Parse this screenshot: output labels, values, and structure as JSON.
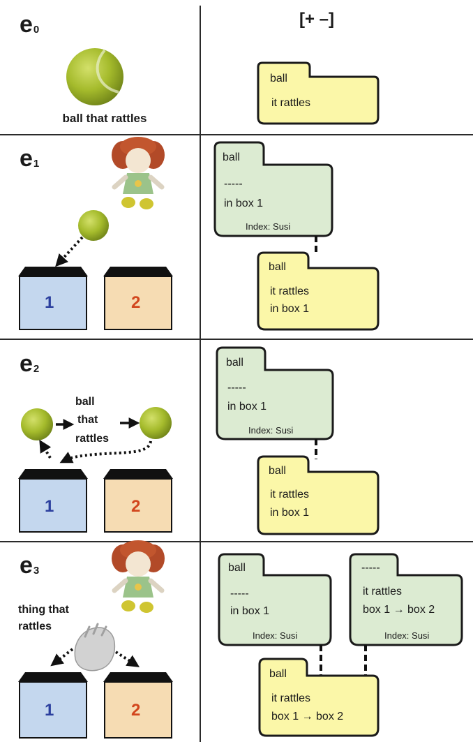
{
  "header": {
    "notation": "[+ –]"
  },
  "events": [
    {
      "label": "e",
      "sub": "0"
    },
    {
      "label": "e",
      "sub": "1"
    },
    {
      "label": "e",
      "sub": "2"
    },
    {
      "label": "e",
      "sub": "3"
    }
  ],
  "scene": {
    "e0_caption": "ball that rattles",
    "e2_caption": [
      "ball",
      "that",
      "rattles"
    ],
    "e3_caption": [
      "thing that",
      "rattles"
    ],
    "box1_number": "1",
    "box2_number": "2"
  },
  "files": {
    "tab_label": "ball",
    "dashes": "-----",
    "in_box": "in box 1",
    "rattles": "it rattles",
    "index": "Index: Susi",
    "box_move": "box 1 → box 2"
  },
  "colors": {
    "yellow_file": "#fbf7a8",
    "green_file": "#dcebd2",
    "box1_fill": "#c4d7ee",
    "box1_number": "#2b3f9e",
    "box2_fill": "#f6dcb3",
    "box2_number": "#d2461d",
    "ball": "#9cb327"
  },
  "icons": [
    "tennis-ball-icon",
    "rag-doll-icon",
    "hands-icon",
    "storage-box-icon"
  ]
}
